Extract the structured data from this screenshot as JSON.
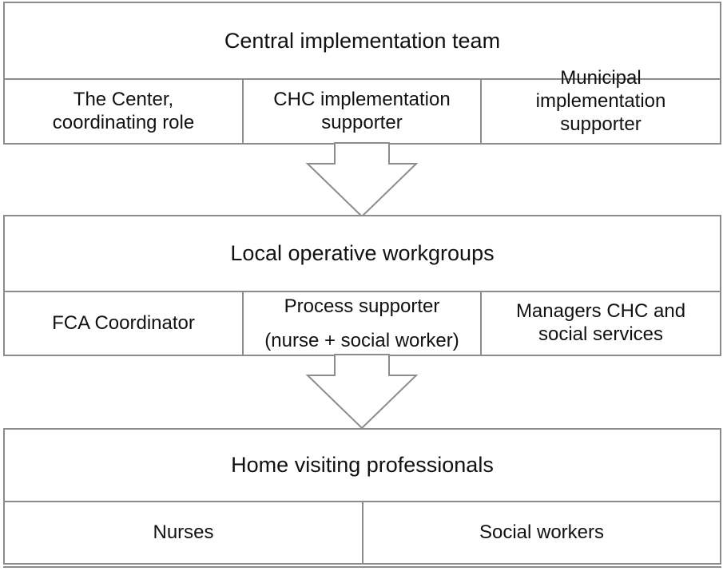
{
  "tiers": [
    {
      "title": "Central implementation team",
      "members": [
        {
          "lines": [
            "The Center,",
            "coordinating role"
          ]
        },
        {
          "lines": [
            "CHC implementation",
            "supporter"
          ]
        },
        {
          "lines": [
            "Municipal",
            "implementation",
            "supporter"
          ]
        }
      ]
    },
    {
      "title": "Local operative workgroups",
      "members": [
        {
          "lines": [
            "FCA Coordinator"
          ]
        },
        {
          "lines": [
            "Process supporter",
            "(nurse + social worker)"
          ]
        },
        {
          "lines": [
            "Managers CHC and",
            "social services"
          ]
        }
      ]
    },
    {
      "title": "Home visiting professionals",
      "members": [
        {
          "lines": [
            "Nurses"
          ]
        },
        {
          "lines": [
            "Social workers"
          ]
        }
      ]
    }
  ],
  "colors": {
    "border": "#8c8c8c",
    "text": "#111111",
    "background": "#ffffff"
  },
  "arrows": [
    {
      "from": "Central implementation team",
      "to": "Local operative workgroups",
      "icon": "down-arrow-icon"
    },
    {
      "from": "Local operative workgroups",
      "to": "Home visiting professionals",
      "icon": "down-arrow-icon"
    }
  ]
}
